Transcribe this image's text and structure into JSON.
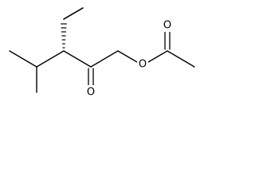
{
  "atoms": {
    "ketone_oxygen": "O",
    "ester_oxygen": "O",
    "carbonyl_oxygen": "O"
  },
  "colors": {
    "bond": "#000000",
    "background": "#ffffff"
  }
}
